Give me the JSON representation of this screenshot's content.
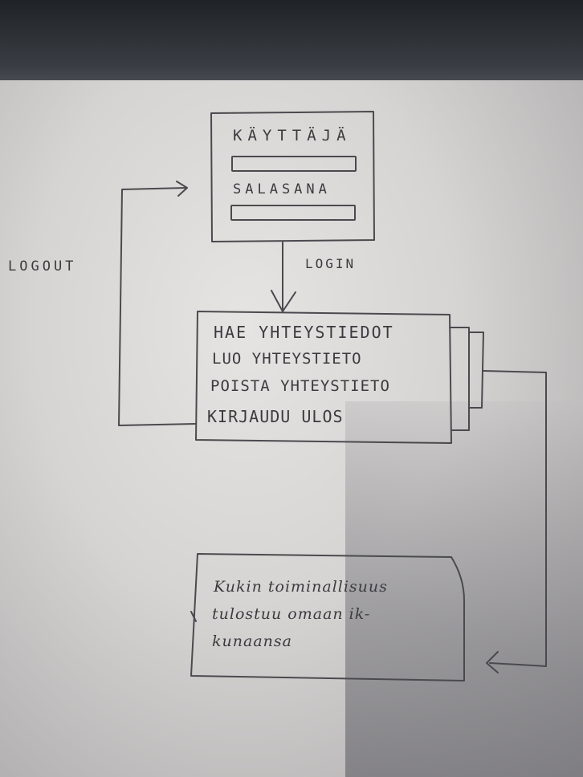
{
  "login_box": {
    "user_label": "KÄYTTÄJÄ",
    "password_label": "SALASANA"
  },
  "arrows": {
    "login": "LOGIN",
    "logout": "LOGOUT"
  },
  "menu": {
    "items": [
      "HAE YHTEYSTIEDOT",
      "LUO YHTEYSTIETO",
      "POISTA YHTEYSTIETO",
      "KIRJAUDU ULOS"
    ]
  },
  "note": {
    "lines": [
      "Kukin toiminallisuus",
      "tulostuu omaan ik-",
      "kunaansa"
    ]
  },
  "colors": {
    "ink": "#3b3b3f",
    "paper": "#dcdad9",
    "background": "#2f3338"
  }
}
